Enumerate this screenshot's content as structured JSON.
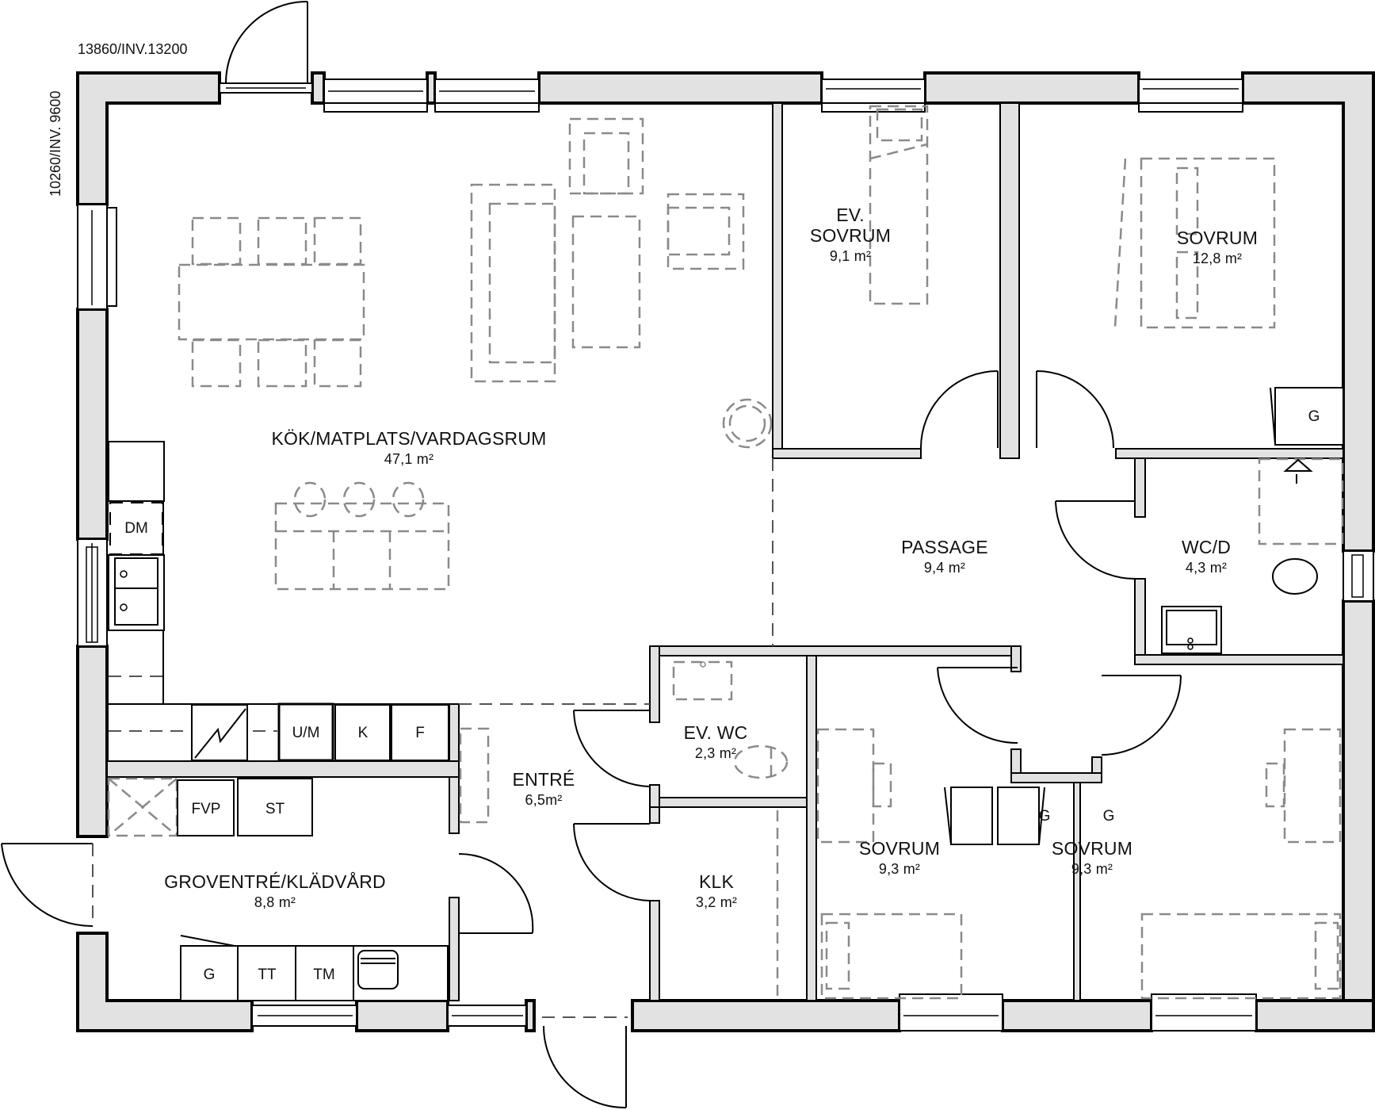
{
  "dimensions": {
    "width": "13860/INV.13200",
    "height": "10260/INV. 9600"
  },
  "rooms": [
    {
      "id": "kok",
      "name": "KÖK/MATPLATS/VARDAGSRUM",
      "area": "47,1 m²"
    },
    {
      "id": "ev-sovrum",
      "name_line1": "EV.",
      "name": "SOVRUM",
      "area": "9,1 m²"
    },
    {
      "id": "sovrum-master",
      "name": "SOVRUM",
      "area": "12,8 m²"
    },
    {
      "id": "passage",
      "name": "PASSAGE",
      "area": "9,4 m²"
    },
    {
      "id": "wcd",
      "name": "WC/D",
      "area": "4,3 m²"
    },
    {
      "id": "ev-wc",
      "name": "EV. WC",
      "area": "2,3 m²"
    },
    {
      "id": "entre",
      "name": "ENTRÉ",
      "area": "6,5m²"
    },
    {
      "id": "klk",
      "name": "KLK",
      "area": "3,2 m²"
    },
    {
      "id": "groventre",
      "name": "GROVENTRÉ/KLÄDVÅRD",
      "area": "8,8 m²"
    },
    {
      "id": "sovrum-sw",
      "name": "SOVRUM",
      "area": "9,3 m²"
    },
    {
      "id": "sovrum-se",
      "name": "SOVRUM",
      "area": "9,3 m²"
    }
  ],
  "appliances": {
    "dm": "DM",
    "um": "U/M",
    "k": "K",
    "f": "F",
    "fvp": "FVP",
    "st": "ST",
    "g_laundry": "G",
    "tt": "TT",
    "tm": "TM",
    "g_master": "G",
    "g_sw": "G",
    "g_se": "G"
  },
  "colors": {
    "wall_fill": "#e2e2e2",
    "line": "#000000",
    "furniture_dash": "#8a8a8a"
  }
}
